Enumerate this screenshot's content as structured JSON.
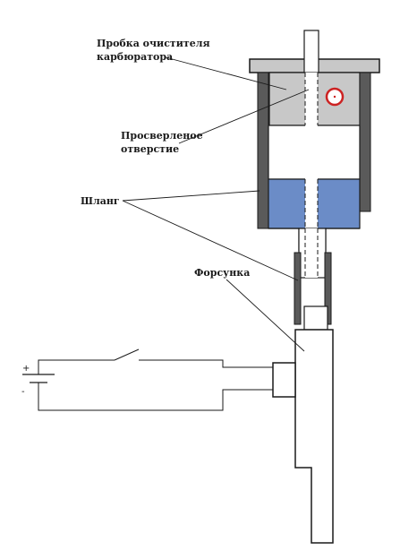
{
  "labels": {
    "plug_line1": "Пробка очистителя",
    "plug_line2": "карбюратора",
    "hole_line1": "Просверленое",
    "hole_line2": "отверстие",
    "hose": "Шланг",
    "injector": "Форсунка"
  },
  "polarity": {
    "plus": "+",
    "minus": "-"
  },
  "colors": {
    "outline": "#1a1a1a",
    "plug_fill": "#c8c8c8",
    "liquid_fill": "#6b8cc7",
    "wall_fill": "#5a5a5a",
    "background": "#ffffff",
    "indicator_ring": "#cc2222"
  }
}
